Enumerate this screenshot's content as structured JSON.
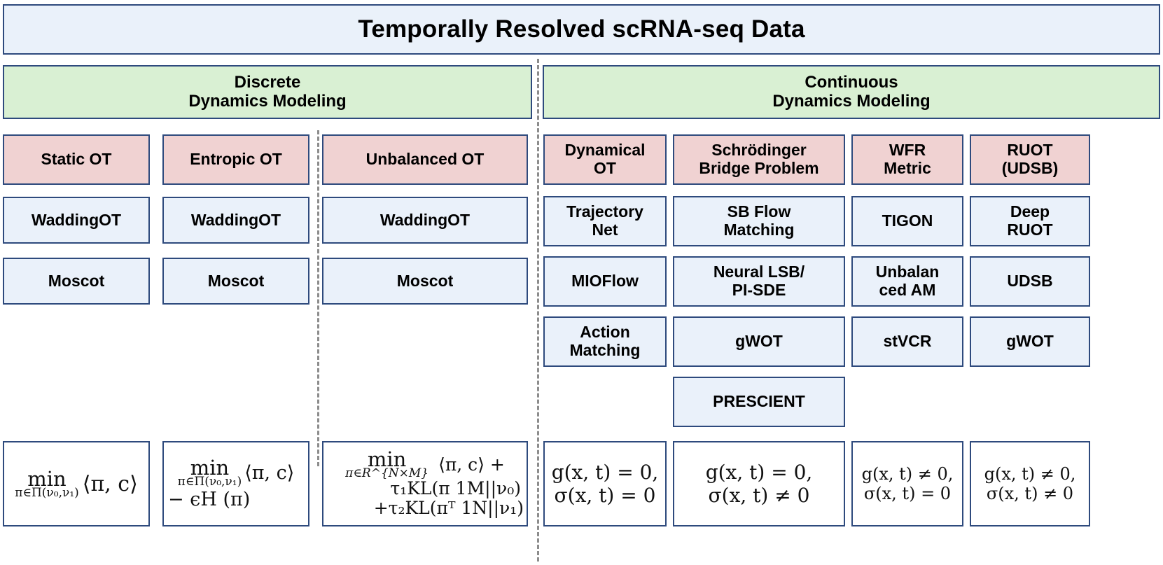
{
  "title": "Temporally Resolved scRNA-seq Data",
  "bands": [
    {
      "id": "discrete",
      "label": "Discrete\nDynamics Modeling"
    },
    {
      "id": "continuous",
      "label": "Continuous\nDynamics Modeling"
    }
  ],
  "colors": {
    "title_fill": "#EAF1FA",
    "band_fill": "#D9F0D3",
    "category_fill": "#F0D2D2",
    "method_fill": "#EAF1FA",
    "formula_fill": "#FFFFFF",
    "border": "#2E4A7D",
    "divider": "#8C8C8C"
  },
  "columns": [
    {
      "id": "static-ot",
      "section": "discrete",
      "category": "Static OT",
      "methods": [
        "WaddingOT",
        "Moscot"
      ],
      "formula_id": "static-ot-formula"
    },
    {
      "id": "entropic-ot",
      "section": "discrete",
      "category": "Entropic OT",
      "methods": [
        "WaddingOT",
        "Moscot"
      ],
      "formula_id": "entropic-ot-formula"
    },
    {
      "id": "unbalanced-ot",
      "section": "discrete",
      "category": "Unbalanced OT",
      "methods": [
        "WaddingOT",
        "Moscot"
      ],
      "formula_id": "unbalanced-ot-formula"
    },
    {
      "id": "dynamical-ot",
      "section": "continuous",
      "category": "Dynamical\nOT",
      "methods": [
        "Trajectory\nNet",
        "MIOFlow",
        "Action\nMatching"
      ],
      "formula_id": "dynamical-ot-formula"
    },
    {
      "id": "schrodinger-bridge",
      "section": "continuous",
      "category": "Schrödinger\nBridge Problem",
      "methods": [
        "SB Flow\nMatching",
        "Neural LSB/\nPI-SDE",
        "gWOT",
        "PRESCIENT"
      ],
      "formula_id": "schrodinger-bridge-formula"
    },
    {
      "id": "wfr-metric",
      "section": "continuous",
      "category": "WFR\nMetric",
      "methods": [
        "TIGON",
        "Unbalan\nced AM",
        "stVCR"
      ],
      "formula_id": "wfr-metric-formula"
    },
    {
      "id": "ruot-udsb",
      "section": "continuous",
      "category": "RUOT\n(UDSB)",
      "methods": [
        "Deep\nRUOT",
        "UDSB",
        "gWOT"
      ],
      "formula_id": "ruot-udsb-formula"
    }
  ],
  "formulas": {
    "static-ot": {
      "operator": "min",
      "operator_sub": "π∈Π(ν₀,ν₁)",
      "body": "⟨π, c⟩",
      "plain": "min_{π∈Π(ν0,ν1)} ⟨π, c⟩"
    },
    "entropic-ot": {
      "operator": "min",
      "operator_sub": "π∈Π(ν₀,ν₁)",
      "body": "⟨π, c⟩",
      "line2": "− ϵH (π)",
      "plain": "min_{π∈Π(ν0,ν1)} ⟨π, c⟩ − εH(π)"
    },
    "unbalanced-ot": {
      "operator": "min",
      "operator_sub": "π∈R^{N×M}",
      "line1": "⟨π, c⟩ +",
      "line2": "τ₁KL(π 1M||ν₀)",
      "line3": "+τ₂KL(πᵀ 1N||ν₁)",
      "plain": "min_{π∈R^{N×M}} ⟨π,c⟩ + τ1 KL(π 1_M || ν0) + τ2 KL(π^T 1_N || ν1)"
    },
    "dynamical-ot": {
      "line1": "g(x, t) = 0,",
      "line2": "σ(x, t) = 0"
    },
    "schrodinger-bridge": {
      "line1": "g(x, t) = 0,",
      "line2": "σ(x, t) ≠ 0"
    },
    "wfr-metric": {
      "line1": "g(x, t) ≠ 0,",
      "line2": "σ(x, t) = 0"
    },
    "ruot-udsb": {
      "line1": "g(x, t) ≠ 0,",
      "line2": "σ(x, t) ≠ 0"
    }
  }
}
